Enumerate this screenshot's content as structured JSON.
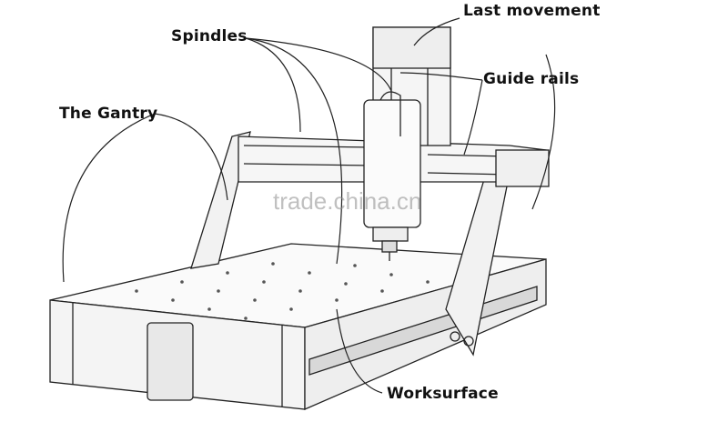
{
  "labels": {
    "last_movement": "Last movement",
    "spindles": "Spindles",
    "guide_rails": "Guide rails",
    "the_gantry": "The Gantry",
    "worksurface": "Worksurface"
  },
  "watermark": "trade.china.cn"
}
